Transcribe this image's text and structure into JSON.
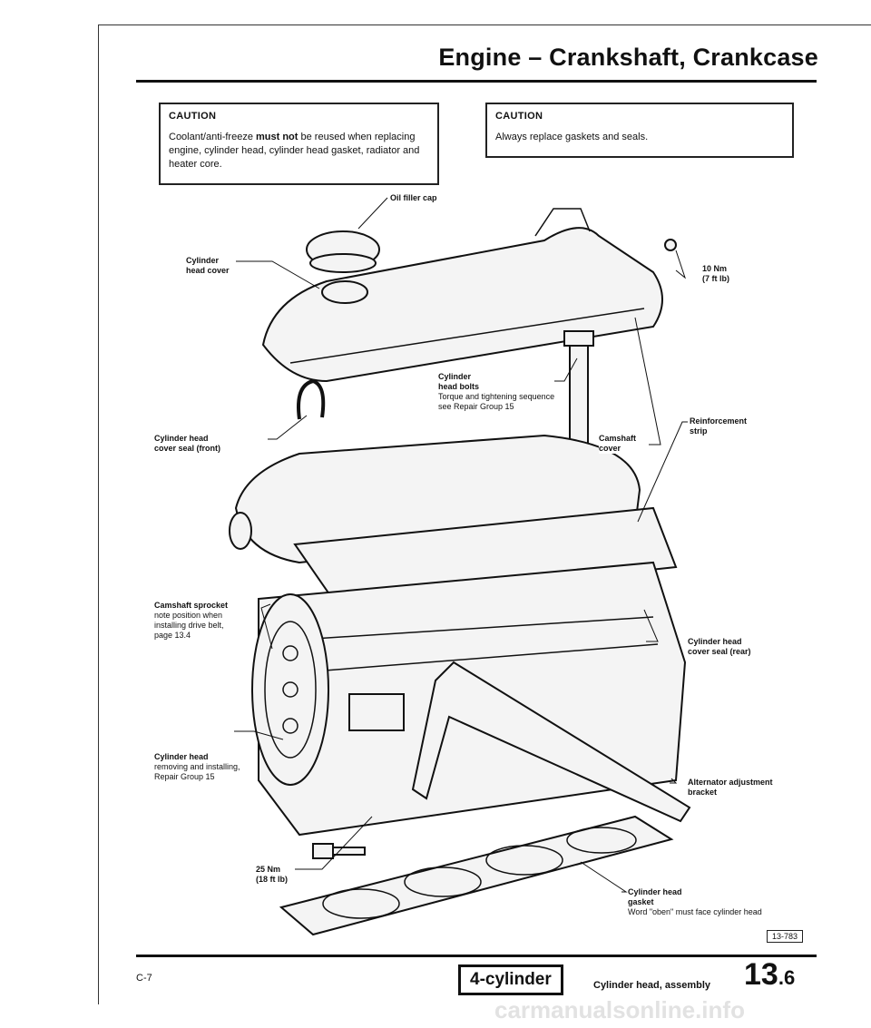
{
  "header": {
    "title": "Engine – Crankshaft, Crankcase"
  },
  "caution_left": {
    "heading": "CAUTION",
    "text_1": "Coolant/anti-freeze ",
    "text_bold_1": "must not",
    "text_2": " be reused when replacing engine, cylinder head, cylinder head gasket, radiator and heater core."
  },
  "caution_right": {
    "heading": "CAUTION",
    "text": "Always replace gaskets and seals."
  },
  "labels": {
    "oil_filler_cap": "Oil filler cap",
    "cylinder_head_cover": {
      "l1": "Cylinder",
      "l2": "head cover"
    },
    "torque_10": {
      "l1": "10 Nm",
      "l2": "(7 ft lb)"
    },
    "cover_seal_front": {
      "l1": "Cylinder head",
      "l2": "cover seal (front)"
    },
    "head_bolts": {
      "l1": "Cylinder",
      "l2": "head bolts",
      "l3": "Torque and tightening sequence",
      "l4": "see Repair Group 15"
    },
    "camshaft_cover": {
      "l1": "Camshaft",
      "l2": "cover"
    },
    "reinforcement_strip": {
      "l1": "Reinforcement",
      "l2": "strip"
    },
    "camshaft_sprocket": {
      "l1": "Camshaft sprocket",
      "l2": "note position when",
      "l3": "installing drive belt,",
      "l4": "page 13.4"
    },
    "cover_seal_rear": {
      "l1": "Cylinder head",
      "l2": "cover seal (rear)"
    },
    "cylinder_head": {
      "l1": "Cylinder head",
      "l2": "removing and installing,",
      "l3": "Repair Group 15"
    },
    "alternator_bracket": {
      "l1": "Alternator adjustment",
      "l2": "bracket"
    },
    "torque_25": {
      "l1": "25 Nm",
      "l2": "(18 ft lb)"
    },
    "head_gasket": {
      "l1": "Cylinder head",
      "l2": "gasket",
      "l3": "Word \"oben\" must face cylinder head"
    }
  },
  "figure_ref": "13-783",
  "footer": {
    "page_code": "C-7",
    "tab": "4-cylinder",
    "subtitle": "Cylinder head, assembly",
    "section_main": "13",
    "section_sub": ".6",
    "watermark": "carmanualsonline.info"
  }
}
